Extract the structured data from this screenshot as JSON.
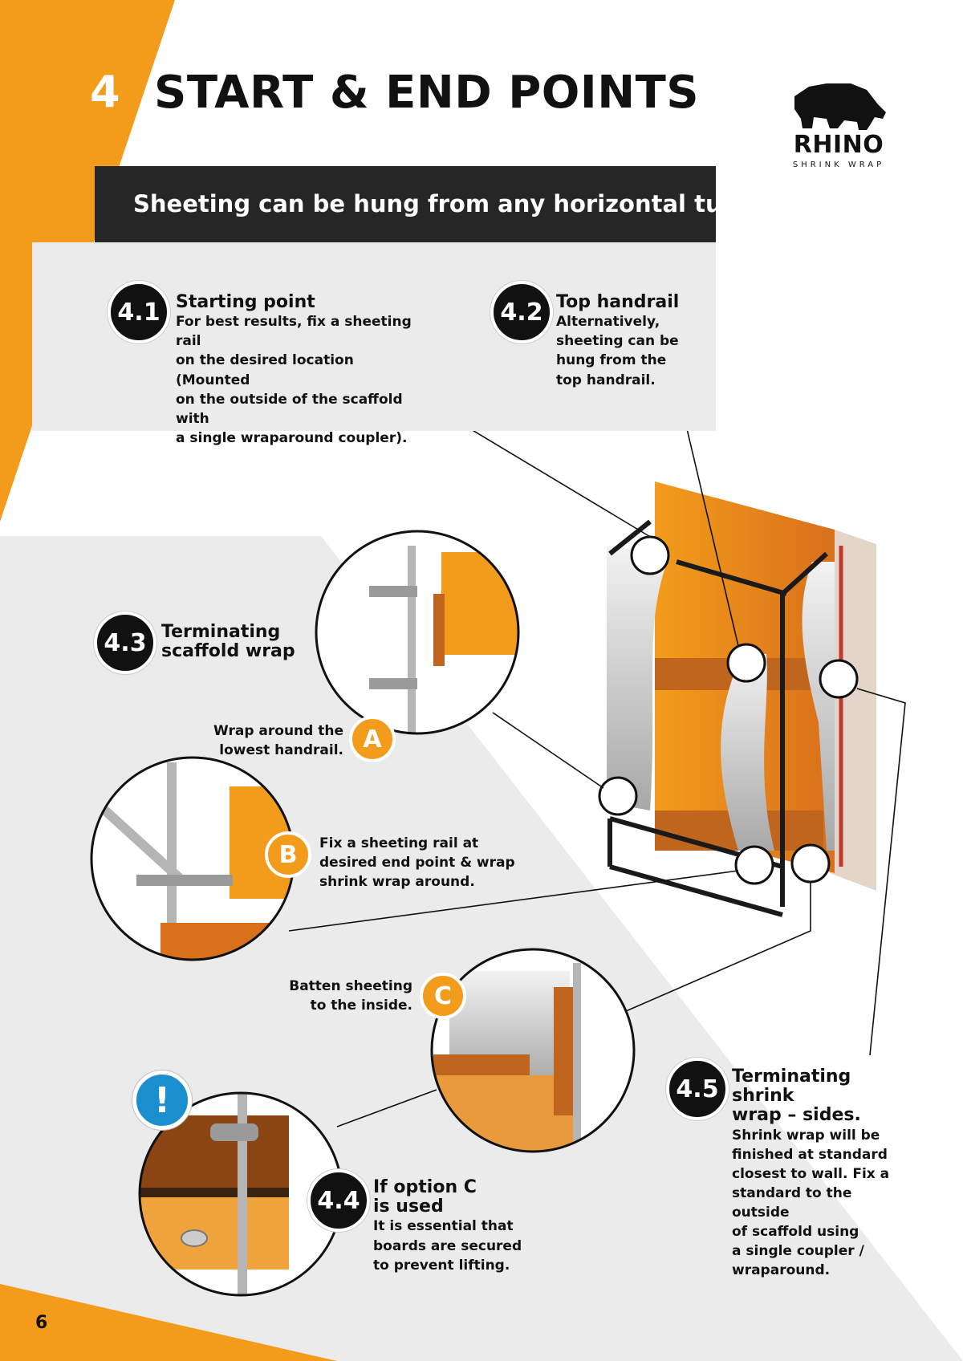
{
  "header": {
    "section_number": "4",
    "section_title": "START & END POINTS",
    "banner": "Sheeting can be hung from any horizontal tube."
  },
  "brand": {
    "name": "RHINO",
    "tagline": "SHRINK WRAP",
    "logo_icon": "rhino-silhouette-icon"
  },
  "steps": {
    "s41": {
      "badge": "4.1",
      "title": "Starting point",
      "body": [
        "For best results, fix a sheeting rail",
        "on the desired location (Mounted",
        "on the outside of the scaffold with",
        "a single wraparound coupler)."
      ]
    },
    "s42": {
      "badge": "4.2",
      "title": "Top handrail",
      "body": [
        "Alternatively,",
        "sheeting can be",
        "hung from the",
        "top handrail."
      ]
    },
    "s43": {
      "badge": "4.3",
      "title": [
        "Terminating",
        "scaffold wrap"
      ]
    },
    "s44": {
      "badge": "4.4",
      "title": [
        "If option C",
        "is used"
      ],
      "body": [
        "It is essential that",
        "boards are secured",
        "to prevent lifting."
      ]
    },
    "s45": {
      "badge": "4.5",
      "title": [
        "Terminating shrink",
        "wrap – sides."
      ],
      "body": [
        "Shrink wrap will be",
        "finished at standard",
        "closest to wall. Fix a",
        "standard to the outside",
        "of scaffold using",
        "a single coupler /",
        "wraparound."
      ]
    }
  },
  "options": {
    "a": {
      "letter": "A",
      "label": [
        "Wrap around the",
        "lowest handrail."
      ]
    },
    "b": {
      "letter": "B",
      "label": [
        "Fix a sheeting rail at",
        "desired end point & wrap",
        "shrink wrap around."
      ]
    },
    "c": {
      "letter": "C",
      "label": [
        "Batten sheeting",
        "to the inside."
      ]
    }
  },
  "warning": {
    "symbol": "!",
    "icon": "exclamation-icon"
  },
  "footer": {
    "page_number": "6"
  },
  "colors": {
    "orange": "#f39c1b",
    "dark": "#262626",
    "light_gray": "#ebebeb",
    "warning_blue": "#1b8fce"
  }
}
